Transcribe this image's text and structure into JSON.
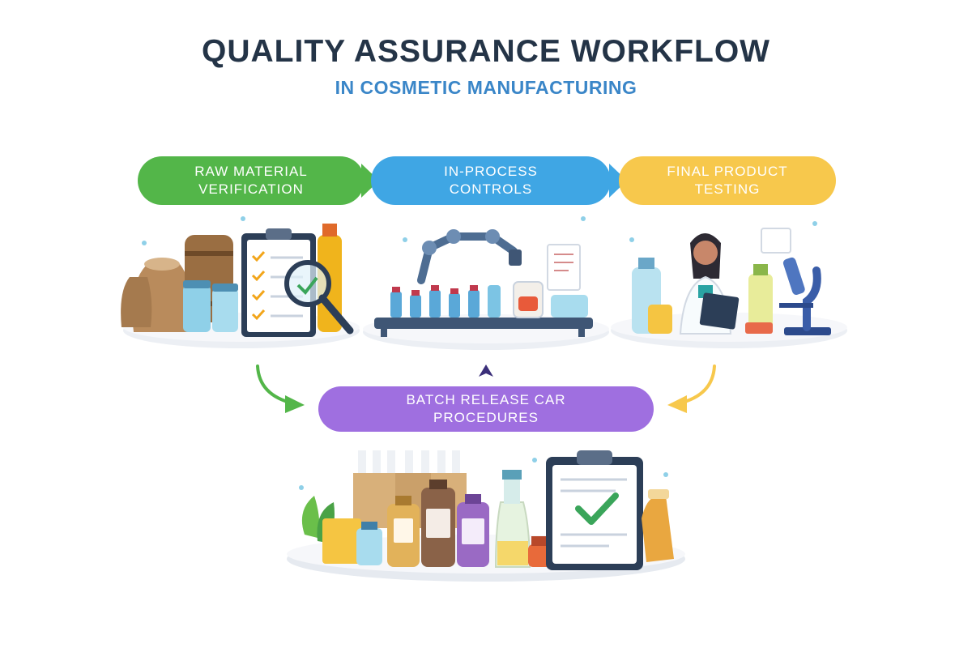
{
  "header": {
    "title": "QUALITY ASSURANCE WORKFLOW",
    "subtitle": "IN COSMETIC MANUFACTURING"
  },
  "stages": {
    "raw": {
      "line1": "RAW MATERIAL",
      "line2": "VERIFICATION"
    },
    "inprocess": {
      "line1": "IN-PROCESS",
      "line2": "CONTROLS"
    },
    "final": {
      "line1": "FINAL PRODUCT",
      "line2": "TESTING"
    },
    "batch": {
      "line1": "BATCH RELEASE CAR",
      "line2": "PROCEDURES"
    }
  },
  "colors": {
    "raw": "#53b649",
    "inprocess": "#3fa6e4",
    "final": "#f7c84c",
    "batch": "#9f6fe0",
    "title": "#243447",
    "subtitle": "#3a86c8"
  },
  "icons": [
    "sack-icon",
    "barrel-icon",
    "clipboard-checklist-icon",
    "magnifier-icon",
    "robot-arm-icon",
    "conveyor-icon",
    "scientist-icon",
    "microscope-icon",
    "bottles-icon",
    "boxes-icon",
    "checkmark-clipboard-icon"
  ]
}
